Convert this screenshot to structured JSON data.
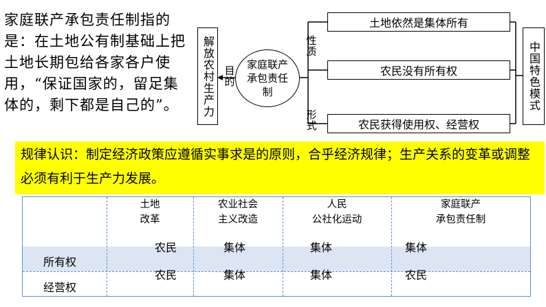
{
  "intro_text": "家庭联产承包责任制指的是：在土地公有制基础上把土地长期包给各家各户使用，“保证国家的，留足集体的，剩下都是自己的”。",
  "diagram": {
    "left_box": "解放农村生产力",
    "purpose_label": "目的",
    "center": "家庭联产承包责任制",
    "nature_label": "性质",
    "form_label": "形式",
    "rows": [
      "土地依然是集体所有",
      "农民没有所有权",
      "农民获得使用权、经营权"
    ],
    "right_box": "中国特色模式"
  },
  "law_text": "规律认识：制定经济政策应遵循实事求是的原则，合乎经济规律；生产关系的变革或调整必须有利于生产力发展。",
  "table": {
    "headers": [
      [
        "土地",
        "改革"
      ],
      [
        "农业社会",
        "主义改造"
      ],
      [
        "人民",
        "公社化运动"
      ],
      [
        "家庭联产",
        "承包责任制"
      ]
    ],
    "row_labels": [
      "所有权",
      "经营权"
    ],
    "ownership": [
      "农民",
      "集体",
      "集体",
      "集体"
    ],
    "management": [
      "农民",
      "集体",
      "集体",
      "农民"
    ]
  }
}
